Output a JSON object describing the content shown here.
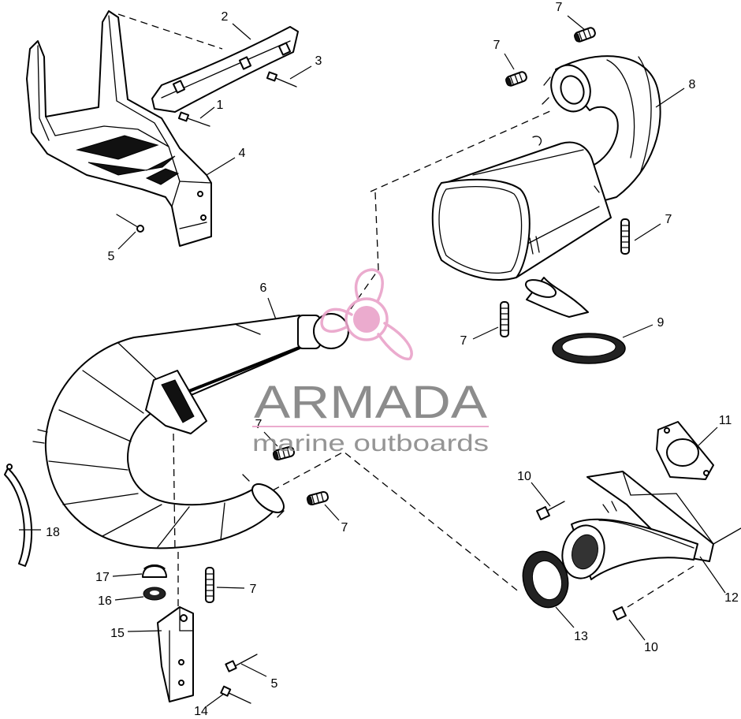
{
  "watermark": {
    "brand": "ARMADA",
    "tagline": "marine outboards",
    "logo_icon": "propeller-icon",
    "accent_color": "#e9a3c9",
    "text_color": "#808080"
  },
  "callouts": [
    "7",
    "2",
    "3",
    "7",
    "8",
    "1",
    "4",
    "7",
    "5",
    "6",
    "9",
    "7",
    "7",
    "11",
    "10",
    "18",
    "7",
    "12",
    "17",
    "7",
    "16",
    "15",
    "13",
    "10",
    "5",
    "14"
  ]
}
